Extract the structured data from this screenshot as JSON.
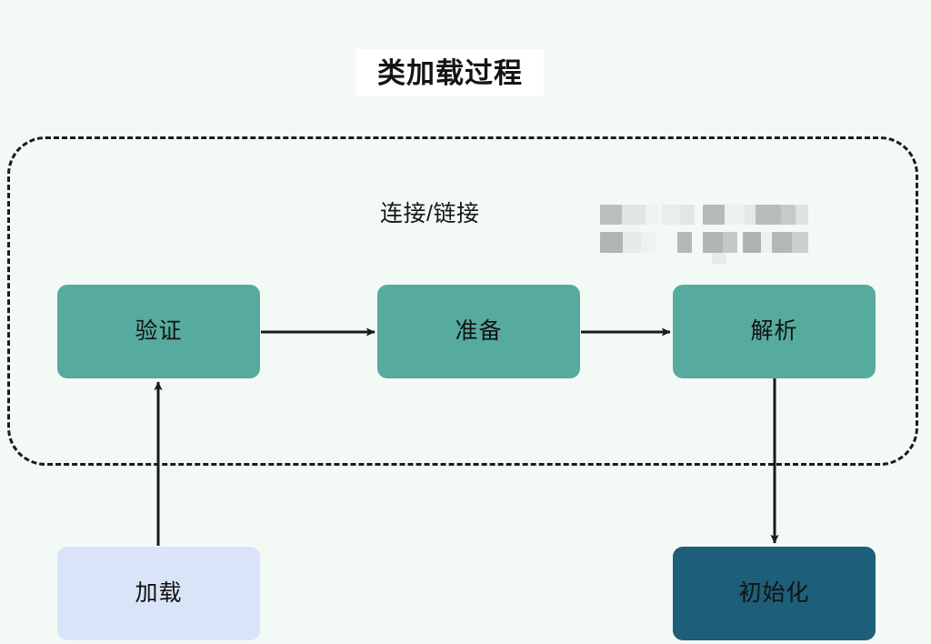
{
  "page": {
    "background_color": "#f3faf5",
    "title": "类加载过程",
    "title_background": "#ffffff"
  },
  "diagram": {
    "type": "flowchart",
    "group": {
      "label": "连接/链接",
      "border_style": "dashed",
      "border_color": "#1b1b1b",
      "members": [
        "验证",
        "准备",
        "解析"
      ]
    },
    "censored_note": {
      "kind": "blurred-text",
      "rows": 2,
      "block_color": "#b3b8b4"
    },
    "nodes": [
      {
        "id": "verify",
        "label": "验证",
        "color": "#56ab9e",
        "text_color": "#121212"
      },
      {
        "id": "prepare",
        "label": "准备",
        "color": "#56ab9e",
        "text_color": "#121212"
      },
      {
        "id": "resolve",
        "label": "解析",
        "color": "#56ab9e",
        "text_color": "#121212"
      },
      {
        "id": "load",
        "label": "加载",
        "color": "#d9e4f8",
        "text_color": "#121212"
      },
      {
        "id": "init",
        "label": "初始化",
        "color": "#1d5e78",
        "text_color": "#111111"
      }
    ],
    "edges": [
      {
        "from": "load",
        "to": "verify",
        "direction": "up"
      },
      {
        "from": "verify",
        "to": "prepare",
        "direction": "right"
      },
      {
        "from": "prepare",
        "to": "resolve",
        "direction": "right"
      },
      {
        "from": "resolve",
        "to": "init",
        "direction": "down"
      }
    ],
    "arrow_color": "#1b1b1b"
  }
}
